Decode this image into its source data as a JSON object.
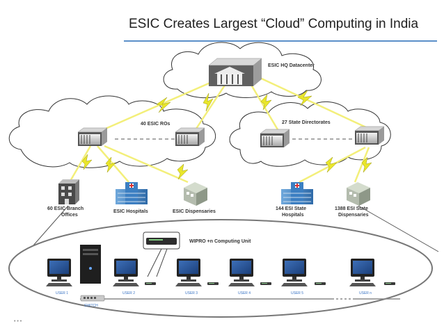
{
  "title": "ESIC Creates Largest “Cloud” Computing in India",
  "hq": {
    "label": "ESIC HQ Datacenter"
  },
  "clouds": {
    "left": {
      "label": "40 ESIC ROs"
    },
    "right": {
      "label": "27 State Directorates"
    }
  },
  "facilities": {
    "branch_offices": {
      "line1": "60 ESIC Branch",
      "line2": "Offices",
      "icon": "office-building-icon"
    },
    "hospitals": {
      "line1": "ESIC Hospitals",
      "icon": "hospital-icon"
    },
    "dispensaries": {
      "line1": "ESIC Dispensaries",
      "icon": "clinic-icon"
    },
    "state_hospitals": {
      "line1": "144 ESI State",
      "line2": "Hospitals",
      "icon": "hospital-icon"
    },
    "state_dispensaries": {
      "line1": "1388 ESI State",
      "line2": "Dispensaries",
      "icon": "clinic-icon"
    }
  },
  "computing_unit": {
    "label": "WIPRO +n Computing Unit"
  },
  "switch": {
    "label": "SWITCH"
  },
  "users": [
    "USER 1",
    "USER 2",
    "USER 3",
    "USER 4",
    "USER 5",
    "USER n"
  ],
  "footer": "• • •",
  "colors": {
    "accent": "#5b8fc9",
    "lightning": "#e9e62b",
    "link": "#f3ef7a",
    "user_label": "#3a74c4"
  }
}
